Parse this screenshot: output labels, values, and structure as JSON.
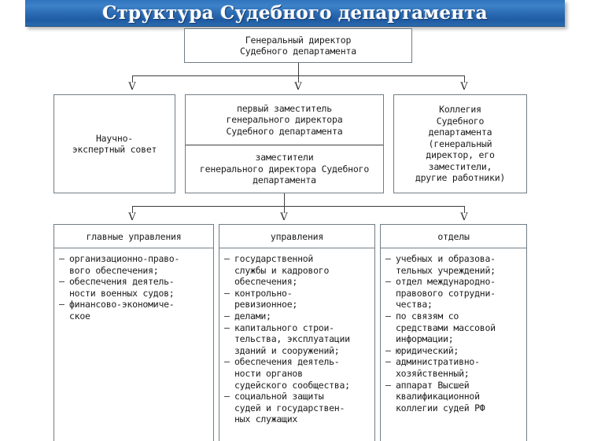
{
  "banner": {
    "title": "Структура Судебного департамента",
    "background_color": "#2a6bb3",
    "text_color": "#ffffff"
  },
  "arrow_glyph": "V",
  "top_box": {
    "text": "Генеральный директор\nСудебного департамента"
  },
  "level2": [
    {
      "name": "scientific-expert-council",
      "text": "Научно-\nэкспертный совет"
    },
    {
      "name": "deputies",
      "section_top": "первый заместитель\nгенерального директора\nСудебного департамента",
      "section_bottom": "заместители\nгенерального директора Судебного\nдепартамента"
    },
    {
      "name": "collegium",
      "text": "Коллегия\nСудебного\nдепартамента\n(генеральный\nдиректор, его\nзаместители,\nдругие работники)"
    }
  ],
  "level3": [
    {
      "name": "main-directorates",
      "header": "главные управления",
      "items": [
        "организационно-право-\nвого обеспечения;",
        "обеспечения деятель-\nности военных судов;",
        "финансово-экономиче-\nское"
      ]
    },
    {
      "name": "directorates",
      "header": "управления",
      "items": [
        "государственной\nслужбы и кадрового\nобеспечения;",
        "контрольно-\nревизионное;",
        "делами;",
        "капитального строи-\nтельства, эксплуатации\nзданий и сооружений;",
        "обеспечения деятель-\nности органов\nсудейского сообщества;",
        "социальной защиты\nсудей и государствен-\nных служащих"
      ]
    },
    {
      "name": "departments",
      "header": "отделы",
      "items": [
        "учебных и образова-\nтельных учреждений;",
        "отдел международно-\nправового сотрудни-\nчества;",
        "по связям со\nсредствами массовой\nинформации;",
        "юридический;",
        "административно-\nхозяйственный;",
        "аппарат Высшей\nквалификационной\nколлегии судей РФ"
      ]
    }
  ],
  "bullet_dash": "–"
}
